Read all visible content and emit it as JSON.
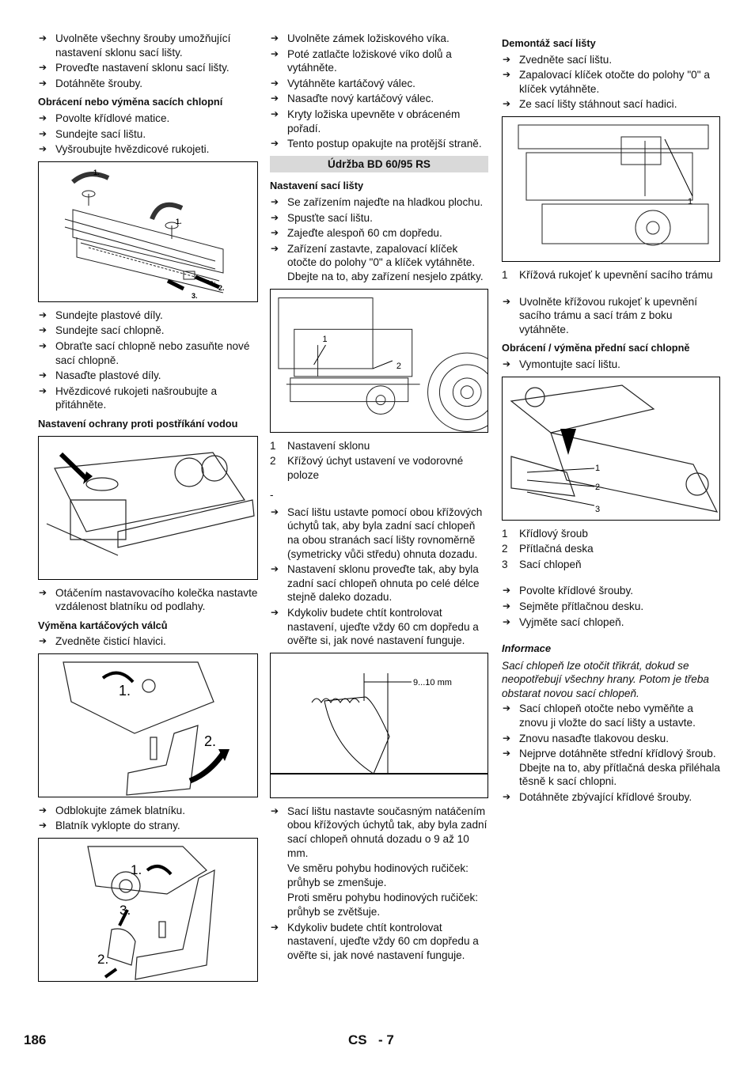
{
  "col1": {
    "steps_a": [
      "Uvolněte všechny šrouby umožňující nastavení sklonu sací lišty.",
      "Proveďte nastavení sklonu sací lišty.",
      "Dotáhněte šrouby."
    ],
    "heading_b": "Obrácení nebo výměna sacích chlopní",
    "steps_b": [
      "Povolte křídlové matice.",
      "Sundejte sací lištu.",
      "Vyšroubujte hvězdicové rukojeti."
    ],
    "fig1_labels": [
      "1.",
      "1.",
      "2.",
      "3."
    ],
    "steps_c": [
      "Sundejte plastové díly.",
      "Sundejte sací chlopně.",
      "Obraťte sací chlopně nebo zasuňte nové sací chlopně.",
      "Nasaďte plastové díly.",
      "Hvězdicové rukojeti našroubujte a přitáhněte."
    ],
    "heading_d": "Nastavení ochrany proti postříkání vodou",
    "steps_d": [
      "Otáčením nastavovacího kolečka nastavte vzdálenost blatníku od podlahy."
    ],
    "heading_e": "Výměna kartáčových válců",
    "steps_e": [
      "Zvedněte čisticí hlavici."
    ],
    "fig3_labels": [
      "1.",
      "2."
    ],
    "steps_f": [
      "Odblokujte zámek blatníku.",
      "Blatník vyklopte do strany."
    ],
    "fig4_labels": [
      "1.",
      "3.",
      "2."
    ]
  },
  "col2": {
    "steps_a": [
      "Uvolněte zámek ložiskového víka.",
      "Poté zatlačte ložiskové víko dolů a vytáhněte.",
      "Vytáhněte kartáčový válec.",
      "Nasaďte nový kartáčový válec.",
      "Kryty ložiska upevněte v obráceném pořadí.",
      "Tento postup opakujte na protější straně."
    ],
    "banner": "Údržba BD 60/95 RS",
    "heading_b": "Nastavení sací lišty",
    "steps_b": [
      "Se zařízením najeďte na hladkou plochu.",
      "Spusťte sací lištu.",
      "Zajeďte alespoň 60 cm dopředu.",
      "Zařízení zastavte, zapalovací klíček otočte do polohy \"0\" a klíček vytáhněte. Dbejte na to, aby zařízení nesjelo zpátky."
    ],
    "fig5_labels": [
      "1",
      "2"
    ],
    "legend": [
      {
        "n": "1",
        "t": "Nastavení sklonu"
      },
      {
        "n": "2",
        "t": "Křížový úchyt ustavení ve vodorovné poloze"
      }
    ],
    "dash": "-",
    "steps_c": [
      "Sací lištu ustavte pomocí obou křížových úchytů tak, aby byla zadní sací chlopeň na obou stranách sací lišty rovnoměrně (symetricky vůči středu) ohnuta dozadu.",
      "Nastavení sklonu proveďte tak, aby byla zadní sací chlopeň ohnuta po celé délce stejně daleko dozadu.",
      "Kdykoliv budete chtít kontrolovat nastavení, ujeďte vždy 60 cm dopředu a ověřte si, jak nové nastavení funguje."
    ],
    "fig6_label": "9...10 mm",
    "step_d": "Sací lištu nastavte současným natáčením obou křížových úchytů tak, aby byla zadní sací chlopeň ohnutá dozadu o 9 až 10 mm.",
    "plain_d": [
      "Ve směru pohybu hodinových ručiček: průhyb se zmenšuje.",
      "Proti směru pohybu hodinových ručiček: průhyb se zvětšuje."
    ],
    "step_e": "Kdykoliv budete chtít kontrolovat nastavení, ujeďte vždy 60 cm dopředu a ověřte si, jak nové nastavení funguje."
  },
  "col3": {
    "heading_a": "Demontáž sací lišty",
    "steps_a": [
      "Zvedněte sací lištu.",
      "Zapalovací klíček otočte do polohy \"0\" a klíček vytáhněte.",
      "Ze sací lišty stáhnout sací hadici."
    ],
    "fig7_label": "1",
    "legend_a": [
      {
        "n": "1",
        "t": "Křížová rukojeť k upevnění sacího trámu"
      }
    ],
    "steps_b": [
      "Uvolněte křížovou rukojeť k upevnění sacího trámu a sací trám z boku vytáhněte."
    ],
    "heading_c": "Obrácení / výměna přední sací chlopně",
    "steps_c": [
      "Vymontujte sací lištu."
    ],
    "fig8_labels": [
      "1",
      "2",
      "3"
    ],
    "legend_c": [
      {
        "n": "1",
        "t": "Křídlový šroub"
      },
      {
        "n": "2",
        "t": "Přítlačná deska"
      },
      {
        "n": "3",
        "t": "Sací chlopeň"
      }
    ],
    "steps_d": [
      "Povolte křídlové šrouby.",
      "Sejměte přítlačnou desku.",
      "Vyjměte sací chlopeň."
    ],
    "info_title": "Informace",
    "info_text": "Sací chlopeň lze otočit třikrát, dokud se neopotřebují všechny hrany. Potom je třeba obstarat novou sací chlopeň.",
    "steps_e": [
      "Sací chlopeň otočte nebo vyměňte a znovu ji vložte do sací lišty a ustavte.",
      "Znovu nasaďte tlakovou desku.",
      "Nejprve dotáhněte střední křídlový šroub. Dbejte na to, aby přítlačná deska přiléhala těsně k sací chlopni.",
      "Dotáhněte zbývající křídlové šrouby."
    ]
  },
  "footer": {
    "page_number": "186",
    "lang": "CS",
    "sub": "- 7"
  }
}
